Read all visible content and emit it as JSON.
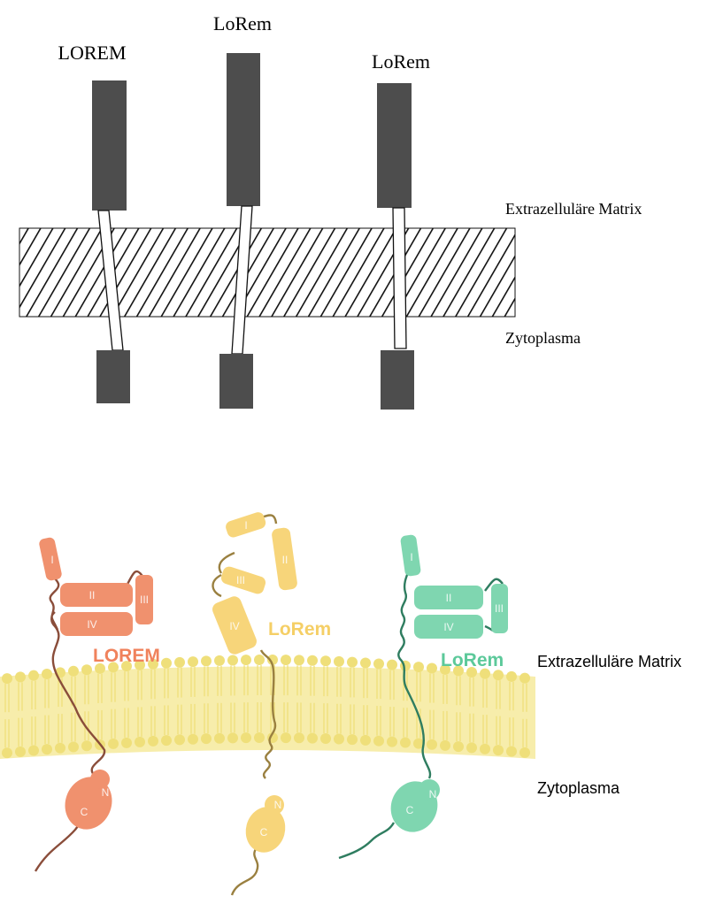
{
  "top_diagram": {
    "labels": [
      "LOREM",
      "LoRem",
      "LoRem"
    ],
    "extracellular": "Extrazelluläre Matrix",
    "cytoplasm": "Zytoplasma"
  },
  "bottom_diagram": {
    "proteins": [
      {
        "label": "LOREM",
        "color": "#f0916e",
        "domains": [
          "I",
          "II",
          "III",
          "IV"
        ],
        "n_label": "N",
        "c_label": "C"
      },
      {
        "label": "LoRem",
        "color": "#f7d57a",
        "domains": [
          "I",
          "II",
          "III",
          "IV"
        ],
        "n_label": "N",
        "c_label": "C"
      },
      {
        "label": "LoRem",
        "color": "#7fd6b0",
        "domains": [
          "I",
          "II",
          "III",
          "IV"
        ],
        "n_label": "N",
        "c_label": "C"
      }
    ],
    "extracellular": "Extrazelluläre Matrix",
    "cytoplasm": "Zytoplasma"
  },
  "colors": {
    "block": "#4d4d4d",
    "membrane": "#f6ea9c",
    "membrane_head": "#efdf7a"
  }
}
